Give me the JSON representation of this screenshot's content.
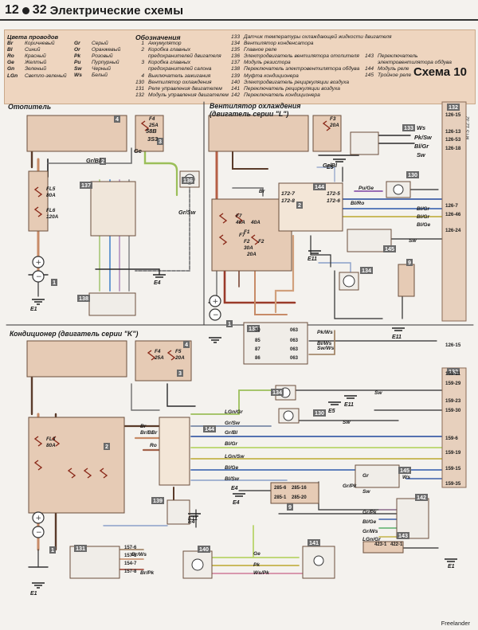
{
  "header": {
    "page": "12",
    "page_num": "32",
    "title": "Электрические схемы"
  },
  "legend": {
    "colors_title": "Цвета проводов",
    "colors_left": [
      {
        "code": "Br",
        "name": "Коричневый"
      },
      {
        "code": "Bl",
        "name": "Синий"
      },
      {
        "code": "Ro",
        "name": "Красный"
      },
      {
        "code": "Ge",
        "name": "Желтый"
      },
      {
        "code": "Gn",
        "name": "Зеленый"
      },
      {
        "code": "LGn",
        "name": "Светло-зеленый"
      }
    ],
    "colors_right": [
      {
        "code": "Gr",
        "name": "Серый"
      },
      {
        "code": "Or",
        "name": "Оранжевый"
      },
      {
        "code": "Pk",
        "name": "Розовый"
      },
      {
        "code": "Pu",
        "name": "Пурпурный"
      },
      {
        "code": "Sw",
        "name": "Черный"
      },
      {
        "code": "Ws",
        "name": "Белый"
      }
    ],
    "designations_title": "Обозначения",
    "designations_a": [
      {
        "n": "1",
        "t": "Аккумулятор"
      },
      {
        "n": "2",
        "t": "Коробка главных"
      },
      {
        "n": "",
        "t": "предохранителей двигателя"
      },
      {
        "n": "3",
        "t": "Коробка главных"
      },
      {
        "n": "",
        "t": "предохранителей салона"
      },
      {
        "n": "4",
        "t": "Выключатель зажигания"
      },
      {
        "n": "130",
        "t": "Вентилятор охлаждения"
      },
      {
        "n": "131",
        "t": "Реле управления двигателем"
      },
      {
        "n": "132",
        "t": "Модуль управления двигателем"
      }
    ],
    "designations_b": [
      {
        "n": "133",
        "t": "Датчик температуры охлаждающей жидкости двигателя"
      },
      {
        "n": "134",
        "t": "Вентилятор конденсатора"
      },
      {
        "n": "135",
        "t": "Главное реле"
      },
      {
        "n": "136",
        "t": "Электродвигатель вентилятора отопителя"
      },
      {
        "n": "137",
        "t": "Модуль резистора"
      },
      {
        "n": "138",
        "t": "Переключатель электровентилятора обдува"
      },
      {
        "n": "139",
        "t": "Муфта кондиционера"
      },
      {
        "n": "140",
        "t": "Электродвигатель рециркуляции воздуха"
      },
      {
        "n": "141",
        "t": "Переключатель рециркуляции воздуха"
      },
      {
        "n": "142",
        "t": "Переключатель кондиционера"
      }
    ],
    "designations_c": [
      {
        "n": "143",
        "t": "Переключатель"
      },
      {
        "n": "",
        "t": "электровентилятора обдува"
      },
      {
        "n": "144",
        "t": "Модуль реле"
      },
      {
        "n": "145",
        "t": "Тройное реле"
      }
    ],
    "schema": "Схема 10",
    "mts": "MTS 12.32"
  },
  "sections": {
    "heater": "Отопитель",
    "fan": "Вентилятор охлаждения",
    "fan_sub": "(двигатель серии \"L\")",
    "ac": "Кондиционер (двигатель серии \"K\")"
  },
  "grounds": [
    "E1",
    "E4",
    "E11",
    "E5",
    "E11",
    "E1",
    "E5",
    "E11",
    "E4",
    "E4",
    "E11",
    "E1",
    "E4"
  ],
  "components": [
    "1",
    "2",
    "3",
    "4",
    "132",
    "133",
    "130",
    "137",
    "136",
    "138",
    "144",
    "145",
    "134",
    "9",
    "135",
    "139",
    "131",
    "140",
    "141",
    "142",
    "143"
  ],
  "fuses": [
    "FL5",
    "80A",
    "FL6",
    "120A",
    "F4",
    "25A",
    "F3",
    "20A",
    "F7",
    "40A",
    "F1",
    "F2",
    "30A",
    "F2",
    "20A",
    "F7",
    "40A",
    "FL3",
    "80A",
    "F4",
    "25A",
    "F5",
    "20A"
  ],
  "labels": {
    "heater_top": [
      "Gr/Bl",
      "Gr/Sw",
      "58B",
      "3S3",
      "Ge"
    ],
    "fan_top": [
      "Ws",
      "Pk/Sw",
      "Bl/Gr",
      "Sw",
      "Gr/Bl"
    ],
    "fan_mid": [
      "172-7",
      "172-8",
      "172-5",
      "172-6",
      "Pu/Ge",
      "Bl/Ro",
      "Bl/Gr",
      "Br",
      "Bl/Gr",
      "Bl/Ge",
      "Sw"
    ],
    "fan_right_conn": [
      "126-15",
      "126-13",
      "126-53",
      "126-18",
      "126-7",
      "126-46",
      "126-24",
      "126-15"
    ],
    "ac_right_conn": [
      "159-11",
      "159-29",
      "159-23",
      "159-30",
      "159-6",
      "159-19",
      "159-15",
      "159-35"
    ],
    "ac_mid": [
      "LGn/Gr",
      "Br/Bl",
      "Br",
      "Gr/Sw",
      "Gr/Bl",
      "Bl/Gr",
      "LGn/Sw",
      "Bl/Ge",
      "Bl/Sw",
      "Gr/Pk",
      "Gr",
      "Gr/Pk",
      "Bl/Ge",
      "Gr/Ws",
      "LGn/Gr",
      "Ge",
      "Pk",
      "Ws/Pk",
      "Br/Ws",
      "Br",
      "Ro",
      "Sw/Ws",
      "Bl/Ws",
      "Pk/Ws",
      "Br/Pk",
      "Ws",
      "Sw",
      "Sw",
      "Sw"
    ],
    "ac_codes": [
      "285-6",
      "285-16",
      "285-1",
      "285-20",
      "423-1",
      "422-1",
      "157-6",
      "157-5",
      "154-7",
      "157-8",
      "30",
      "85",
      "87",
      "86",
      "063",
      "063",
      "063",
      "063"
    ]
  },
  "footer": "Freelander"
}
